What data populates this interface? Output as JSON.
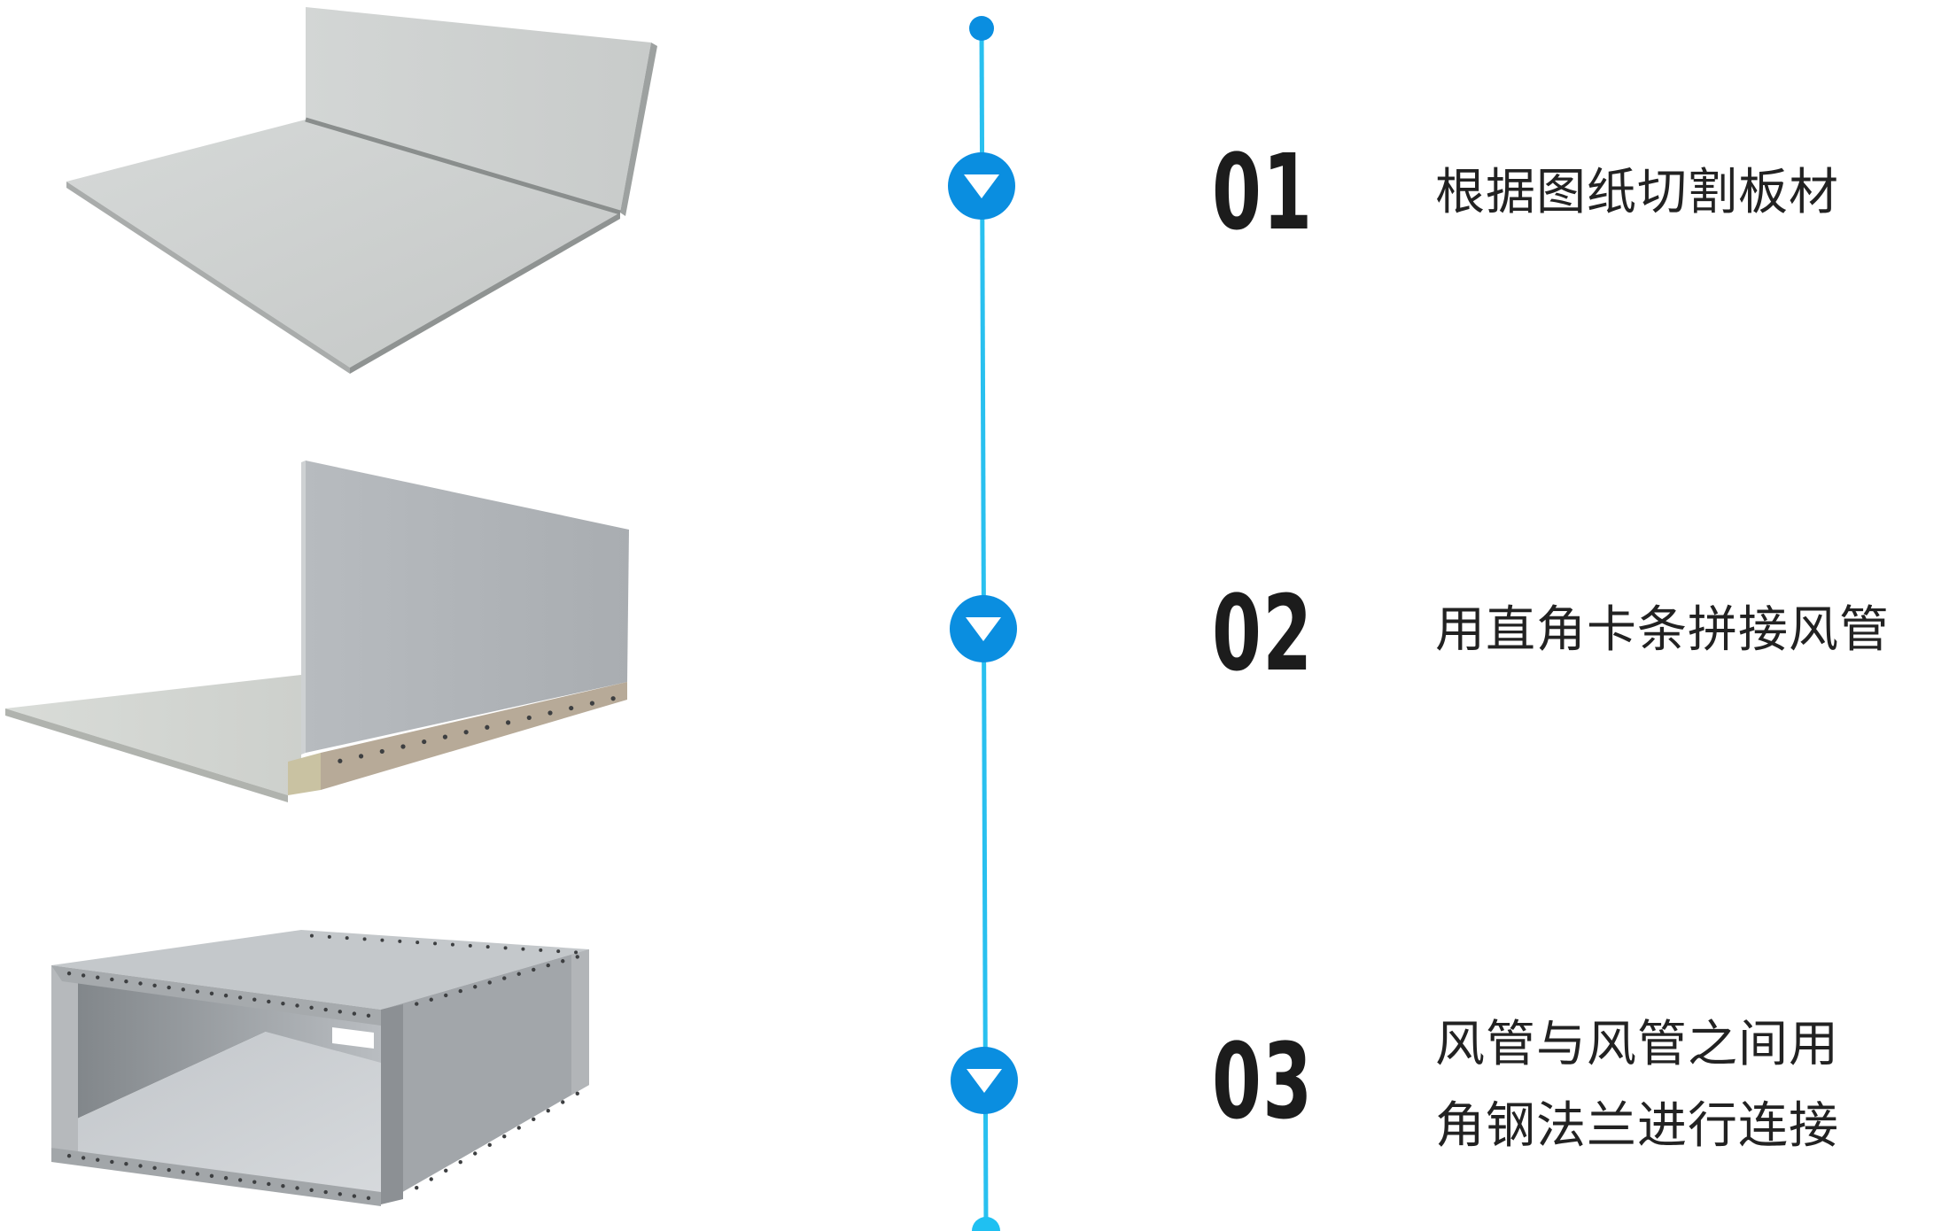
{
  "colors": {
    "timeline": "#29c0ef",
    "marker": "#0a8ee0",
    "text": "#222222",
    "panel_light": "#cfd2d3",
    "panel_mid": "#b9bcbe",
    "panel_dark": "#9ea2a5"
  },
  "steps": [
    {
      "number": "01",
      "lines": [
        "根据图纸切割板材"
      ],
      "marker_icon": "triangle-down-icon"
    },
    {
      "number": "02",
      "lines": [
        "用直角卡条拼接风管"
      ],
      "marker_icon": "triangle-down-icon"
    },
    {
      "number": "03",
      "lines": [
        "风管与风管之间用",
        "角钢法兰进行连接"
      ],
      "marker_icon": "triangle-down-icon"
    }
  ]
}
